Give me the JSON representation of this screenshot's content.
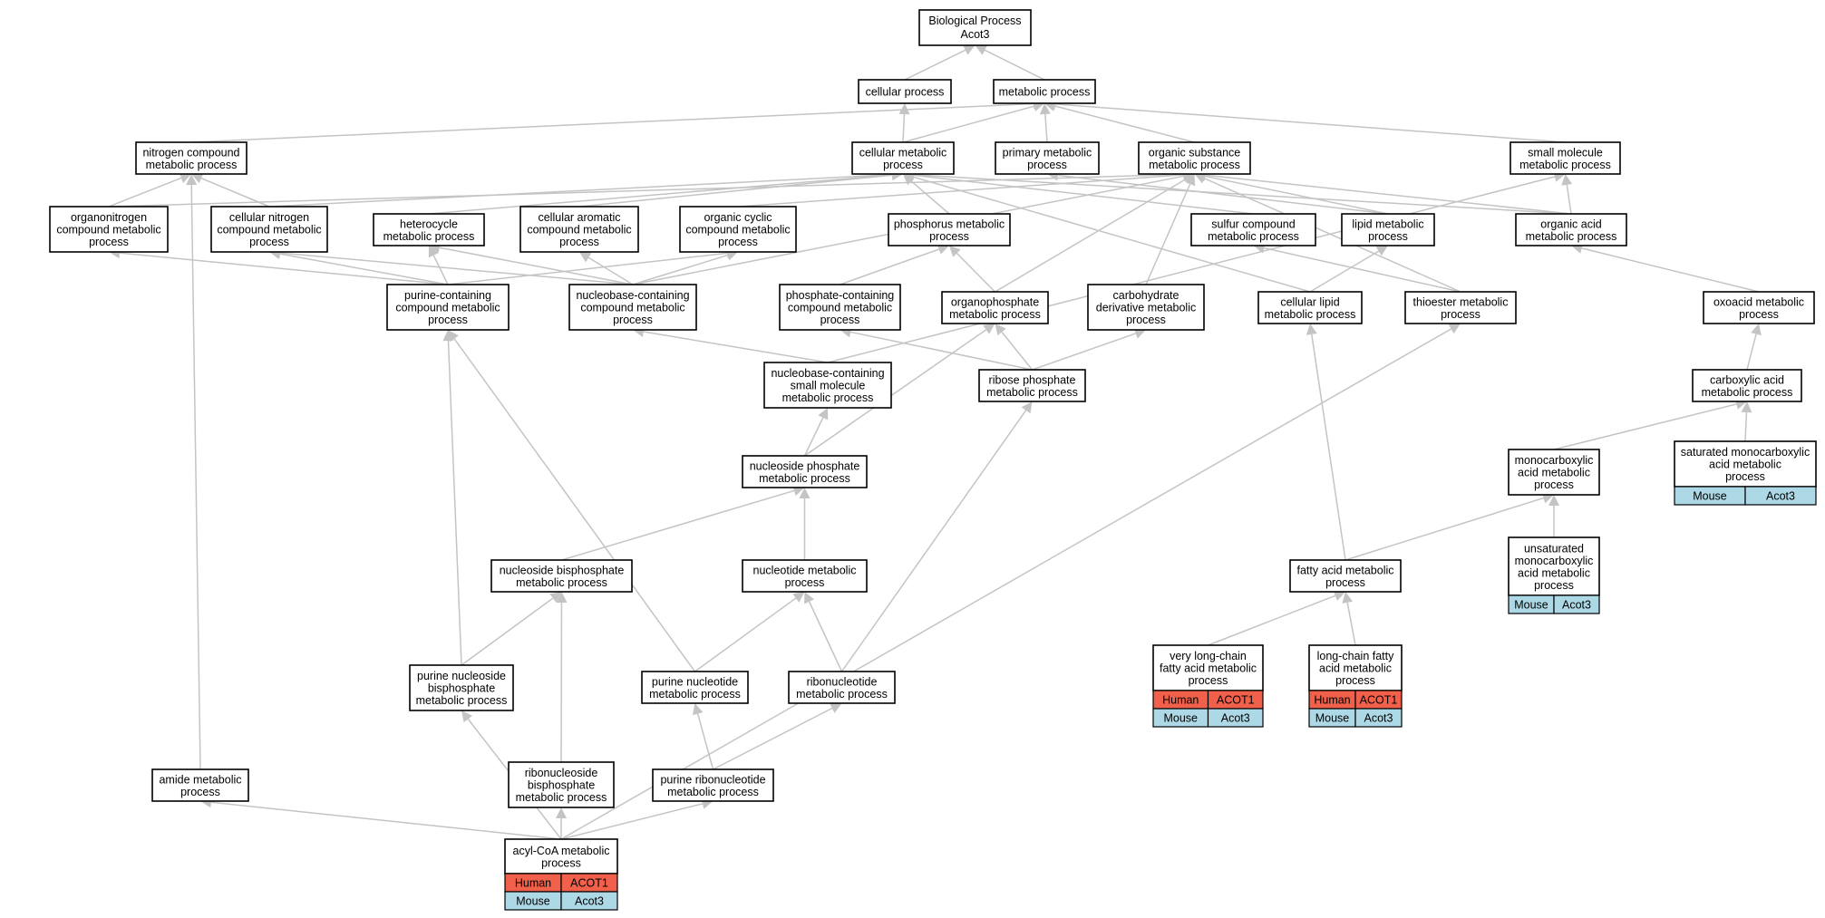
{
  "diagram": {
    "root": {
      "label": "Biological Process",
      "gene": "Acot3"
    },
    "nodes": [
      {
        "id": "cellular",
        "label": [
          "cellular process"
        ]
      },
      {
        "id": "metabolic",
        "label": [
          "metabolic process"
        ]
      },
      {
        "id": "nitrogen",
        "label": [
          "nitrogen compound",
          "metabolic process"
        ]
      },
      {
        "id": "cellmet",
        "label": [
          "cellular metabolic",
          "process"
        ]
      },
      {
        "id": "primary",
        "label": [
          "primary metabolic",
          "process"
        ]
      },
      {
        "id": "orgsub",
        "label": [
          "organic substance",
          "metabolic process"
        ]
      },
      {
        "id": "smallmol",
        "label": [
          "small molecule",
          "metabolic process"
        ]
      },
      {
        "id": "organonitrogen",
        "label": [
          "organonitrogen",
          "compound metabolic",
          "process"
        ]
      },
      {
        "id": "cellnitrogen",
        "label": [
          "cellular nitrogen",
          "compound metabolic",
          "process"
        ]
      },
      {
        "id": "heterocycle",
        "label": [
          "heterocycle",
          "metabolic process"
        ]
      },
      {
        "id": "cellaromatic",
        "label": [
          "cellular aromatic",
          "compound metabolic",
          "process"
        ]
      },
      {
        "id": "orgcyclic",
        "label": [
          "organic cyclic",
          "compound metabolic",
          "process"
        ]
      },
      {
        "id": "phosphorus",
        "label": [
          "phosphorus metabolic",
          "process"
        ]
      },
      {
        "id": "sulfur",
        "label": [
          "sulfur compound",
          "metabolic process"
        ]
      },
      {
        "id": "lipid",
        "label": [
          "lipid metabolic",
          "process"
        ]
      },
      {
        "id": "orgacid",
        "label": [
          "organic acid",
          "metabolic process"
        ]
      },
      {
        "id": "purinecont",
        "label": [
          "purine-containing",
          "compound metabolic",
          "process"
        ]
      },
      {
        "id": "nucleobasecont",
        "label": [
          "nucleobase-containing",
          "compound metabolic",
          "process"
        ]
      },
      {
        "id": "phosphatecont",
        "label": [
          "phosphate-containing",
          "compound metabolic",
          "process"
        ]
      },
      {
        "id": "organophosphate",
        "label": [
          "organophosphate",
          "metabolic process"
        ]
      },
      {
        "id": "carbohydrate",
        "label": [
          "carbohydrate",
          "derivative metabolic",
          "process"
        ]
      },
      {
        "id": "celllipid",
        "label": [
          "cellular lipid",
          "metabolic process"
        ]
      },
      {
        "id": "thioester",
        "label": [
          "thioester metabolic",
          "process"
        ]
      },
      {
        "id": "oxoacid",
        "label": [
          "oxoacid metabolic",
          "process"
        ]
      },
      {
        "id": "nbsmall",
        "label": [
          "nucleobase-containing",
          "small molecule",
          "metabolic process"
        ]
      },
      {
        "id": "ribosephos",
        "label": [
          "ribose phosphate",
          "metabolic process"
        ]
      },
      {
        "id": "carboxylic",
        "label": [
          "carboxylic acid",
          "metabolic process"
        ]
      },
      {
        "id": "nucleosidephos",
        "label": [
          "nucleoside phosphate",
          "metabolic process"
        ]
      },
      {
        "id": "monocarboxylic",
        "label": [
          "monocarboxylic",
          "acid metabolic",
          "process"
        ]
      },
      {
        "id": "satmono",
        "label": [
          "saturated monocarboxylic",
          "acid metabolic",
          "process"
        ]
      },
      {
        "id": "nucbisphos",
        "label": [
          "nucleoside bisphosphate",
          "metabolic process"
        ]
      },
      {
        "id": "nucleotide",
        "label": [
          "nucleotide metabolic",
          "process"
        ]
      },
      {
        "id": "fattyacid",
        "label": [
          "fatty acid metabolic",
          "process"
        ]
      },
      {
        "id": "unsatmono",
        "label": [
          "unsaturated",
          "monocarboxylic",
          "acid metabolic",
          "process"
        ]
      },
      {
        "id": "verylong",
        "label": [
          "very long-chain",
          "fatty acid metabolic",
          "process"
        ]
      },
      {
        "id": "longchain",
        "label": [
          "long-chain fatty",
          "acid metabolic",
          "process"
        ]
      },
      {
        "id": "purinenucbis",
        "label": [
          "purine nucleoside",
          "bisphosphate",
          "metabolic process"
        ]
      },
      {
        "id": "purinenucleotide",
        "label": [
          "purine nucleotide",
          "metabolic process"
        ]
      },
      {
        "id": "ribonucleotide",
        "label": [
          "ribonucleotide",
          "metabolic process"
        ]
      },
      {
        "id": "amide",
        "label": [
          "amide metabolic",
          "process"
        ]
      },
      {
        "id": "ribonucbis",
        "label": [
          "ribonucleoside",
          "bisphosphate",
          "metabolic process"
        ]
      },
      {
        "id": "purineribo",
        "label": [
          "purine ribonucleotide",
          "metabolic process"
        ]
      },
      {
        "id": "acylcoa",
        "label": [
          "acyl-CoA metabolic",
          "process"
        ]
      }
    ],
    "annotations": {
      "acylcoa": [
        {
          "species": "Human",
          "gene": "ACOT1"
        },
        {
          "species": "Mouse",
          "gene": "Acot3"
        }
      ],
      "verylong": [
        {
          "species": "Human",
          "gene": "ACOT1"
        },
        {
          "species": "Mouse",
          "gene": "Acot3"
        }
      ],
      "longchain": [
        {
          "species": "Human",
          "gene": "ACOT1"
        },
        {
          "species": "Mouse",
          "gene": "Acot3"
        }
      ],
      "unsatmono": [
        {
          "species": "Mouse",
          "gene": "Acot3"
        }
      ],
      "satmono": [
        {
          "species": "Mouse",
          "gene": "Acot3"
        }
      ]
    },
    "colors": {
      "human": "#f0604a",
      "mouse": "#add8e6",
      "edge": "#c4c4c4"
    }
  }
}
